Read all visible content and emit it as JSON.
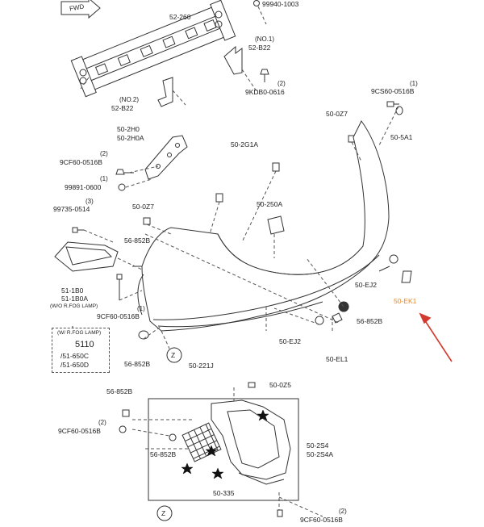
{
  "labels": {
    "p99940_1003": "99940-1003",
    "p52_260": "52-260",
    "no1": "(NO.1)",
    "p52_b22_a": "52-B22",
    "qty_2_a": "(2)",
    "p9kdb0": "9KDB0-0616",
    "no2": "(NO.2)",
    "p52_b22_b": "52-B22",
    "qty_1_a": "(1)",
    "p9cs60": "9CS60-0516B",
    "p50_0z7_a": "50-0Z7",
    "p50_5a1": "50-5A1",
    "p50_2h0": "50-2H0",
    "p50_2h0a": "50-2H0A",
    "p50_2g1a": "50-2G1A",
    "qty_2_b": "(2)",
    "p9cf60_a": "9CF60-0516B",
    "qty_1_b": "(1)",
    "p99891": "99891-0600",
    "p50_250a": "50-250A",
    "qty_3": "(3)",
    "p99735": "99735-0514",
    "p50_0z7_b": "50-0Z7",
    "p56_852b_a": "56-852B",
    "p51_1b0": "51-1B0",
    "p51_1b0a": "51-1B0A",
    "wo_fog": "(W/O R.FOG LAMP)",
    "p9cf60_b": "9CF60-0516B",
    "qty_1_c": "(1)",
    "w_fog": "(W/ R.FOG LAMP)",
    "p5110": "5110",
    "p51_650c": "/51-650C",
    "p51_650d": "/51-650D",
    "p50_ej2_a": "50-EJ2",
    "p50_ek1": "50-EK1",
    "p56_852b_b": "56-852B",
    "p50_ej2_b": "50-EJ2",
    "p50_el1": "50-EL1",
    "p56_852b_c": "56-852B",
    "p50_221j": "50-221J",
    "z_a": "Z",
    "p56_852b_d": "56-852B",
    "p50_0z5": "50-0Z5",
    "qty_2_c": "(2)",
    "p9cf60_c": "9CF60-0516B",
    "p50_2s4": "50-2S4",
    "p50_2s4a": "50-2S4A",
    "p56_852b_e": "56-852B",
    "p50_335": "50-335",
    "z_b": "Z",
    "qty_2_d": "(2)",
    "p9cf60_d": "9CF60-0516B",
    "fwd": "FWD"
  },
  "colors": {
    "line": "#333333",
    "highlight": "#e8851e",
    "arrow": "#d23a2f"
  },
  "icons": {
    "star": "black-star",
    "fwd": "forward-arrow-icon"
  }
}
